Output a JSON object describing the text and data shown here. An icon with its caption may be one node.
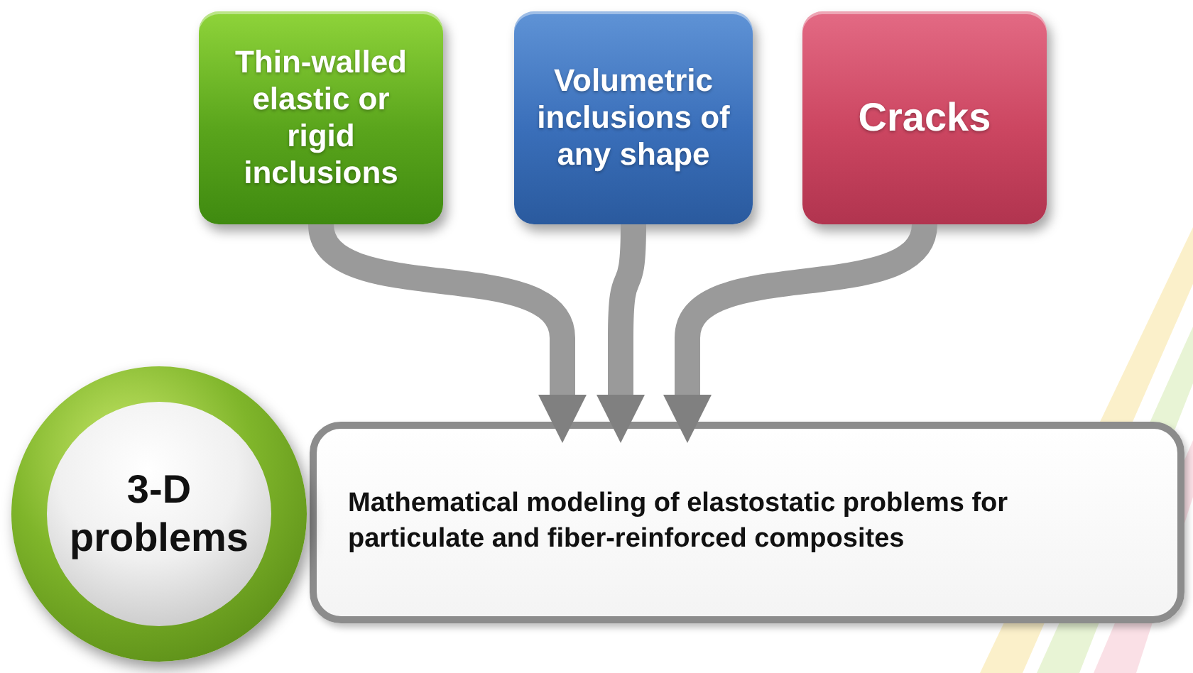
{
  "diagram": {
    "nodes": [
      {
        "text": [
          "Thin-walled elastic or rigid inclusions"
        ]
      },
      {
        "text": [
          "Volumetric inclusions of any shape"
        ]
      },
      {
        "text": [
          "Cracks"
        ]
      },
      {
        "text": [
          "3-D problems"
        ]
      },
      {
        "text": [
          "Mathematical modeling of elastostatic problems for particulate and fiber-reinforced composites"
        ]
      }
    ],
    "edges": [
      {
        "from": 0,
        "to": 4,
        "arrow": "to"
      },
      {
        "from": 1,
        "to": 4,
        "arrow": "to"
      },
      {
        "from": 2,
        "to": 4,
        "arrow": "to"
      }
    ]
  }
}
